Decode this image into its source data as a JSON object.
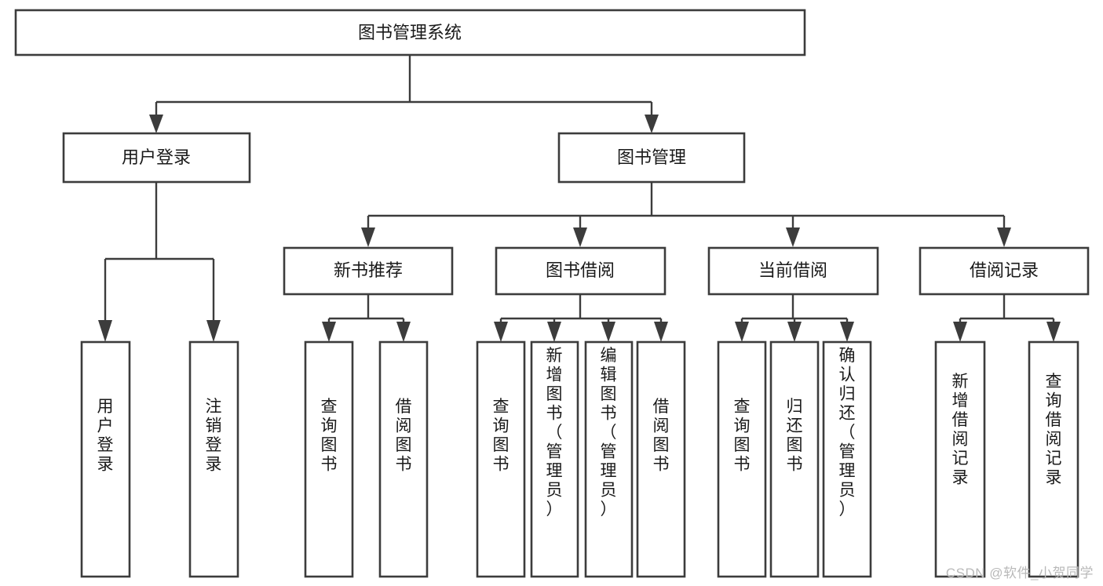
{
  "diagram": {
    "type": "tree",
    "title": "图书管理系统",
    "orientation": "top-down",
    "watermark": "CSDN @软件_小贺同学",
    "colors": {
      "stroke": "#3c3c3c",
      "fill": "#ffffff",
      "text": "#1a1a1a",
      "watermark": "#b9b9b9"
    },
    "root": {
      "id": "root",
      "label": "图书管理系统"
    },
    "level2": [
      {
        "id": "user-login",
        "label": "用户登录"
      },
      {
        "id": "book-management",
        "label": "图书管理"
      }
    ],
    "level3": [
      {
        "id": "new-book-recommend",
        "label": "新书推荐",
        "parent": "book-management"
      },
      {
        "id": "book-borrow",
        "label": "图书借阅",
        "parent": "book-management"
      },
      {
        "id": "current-borrow",
        "label": "当前借阅",
        "parent": "book-management"
      },
      {
        "id": "borrow-record",
        "label": "借阅记录",
        "parent": "book-management"
      }
    ],
    "leaves": [
      {
        "id": "leaf-user-login",
        "label": "用户登录",
        "parent": "user-login"
      },
      {
        "id": "leaf-logout",
        "label": "注销登录",
        "parent": "user-login"
      },
      {
        "id": "leaf-query-book-1",
        "label": "查询图书",
        "parent": "new-book-recommend"
      },
      {
        "id": "leaf-borrow-book-1",
        "label": "借阅图书",
        "parent": "new-book-recommend"
      },
      {
        "id": "leaf-query-book-2",
        "label": "查询图书",
        "parent": "book-borrow"
      },
      {
        "id": "leaf-add-book",
        "label": "新增图书（管理员）",
        "parent": "book-borrow"
      },
      {
        "id": "leaf-edit-book",
        "label": "编辑图书（管理员）",
        "parent": "book-borrow"
      },
      {
        "id": "leaf-borrow-book-2",
        "label": "借阅图书",
        "parent": "book-borrow"
      },
      {
        "id": "leaf-query-book-3",
        "label": "查询图书",
        "parent": "current-borrow"
      },
      {
        "id": "leaf-return-book",
        "label": "归还图书",
        "parent": "current-borrow"
      },
      {
        "id": "leaf-confirm-return",
        "label": "确认归还（管理员）",
        "parent": "current-borrow"
      },
      {
        "id": "leaf-add-record",
        "label": "新增借阅记录",
        "parent": "borrow-record"
      },
      {
        "id": "leaf-query-record",
        "label": "查询借阅记录",
        "parent": "borrow-record"
      }
    ]
  }
}
